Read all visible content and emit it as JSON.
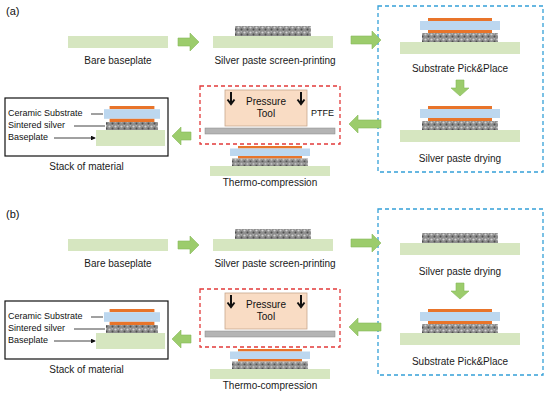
{
  "diagram": {
    "nodes": [
      {
        "text": [
          "Bare baseplate"
        ]
      },
      {
        "text": [
          "Silver paste screen-printing"
        ]
      },
      {
        "text": [
          "Substrate Pick&Place"
        ]
      },
      {
        "text": [
          "Silver paste drying"
        ]
      },
      {
        "text": [
          "Thermo-compression"
        ]
      },
      {
        "text": [
          "Pressure Tool"
        ],
        "in": 4
      },
      {
        "text": [
          "Stack of material"
        ]
      },
      {
        "text": [
          "Bare baseplate"
        ]
      },
      {
        "text": [
          "Silver paste screen-printing"
        ]
      },
      {
        "text": [
          "Silver paste drying"
        ]
      },
      {
        "text": [
          "Substrate Pick&Place"
        ]
      },
      {
        "text": [
          "Thermo-compression"
        ]
      },
      {
        "text": [
          "Pressure Tool"
        ],
        "in": 11
      },
      {
        "text": [
          "Stack of material"
        ]
      }
    ],
    "edges": [
      {
        "from": 0,
        "to": 1,
        "arrow": "to"
      },
      {
        "from": 1,
        "to": 2,
        "arrow": "to"
      },
      {
        "from": 2,
        "to": 3,
        "arrow": "to"
      },
      {
        "from": 3,
        "to": 4,
        "arrow": "to"
      },
      {
        "from": 4,
        "to": 6,
        "arrow": "to"
      },
      {
        "from": 7,
        "to": 8,
        "arrow": "to"
      },
      {
        "from": 8,
        "to": 9,
        "arrow": "to"
      },
      {
        "from": 9,
        "to": 10,
        "arrow": "to"
      },
      {
        "from": 10,
        "to": 11,
        "arrow": "to"
      },
      {
        "from": 11,
        "to": 13,
        "arrow": "to"
      }
    ],
    "labels": [
      "(a)",
      "Ceramic Substrate",
      "Sintered silver",
      "Baseplate",
      "PTFE",
      "(b)",
      "Ceramic Substrate",
      "Sintered silver",
      "Baseplate"
    ]
  }
}
